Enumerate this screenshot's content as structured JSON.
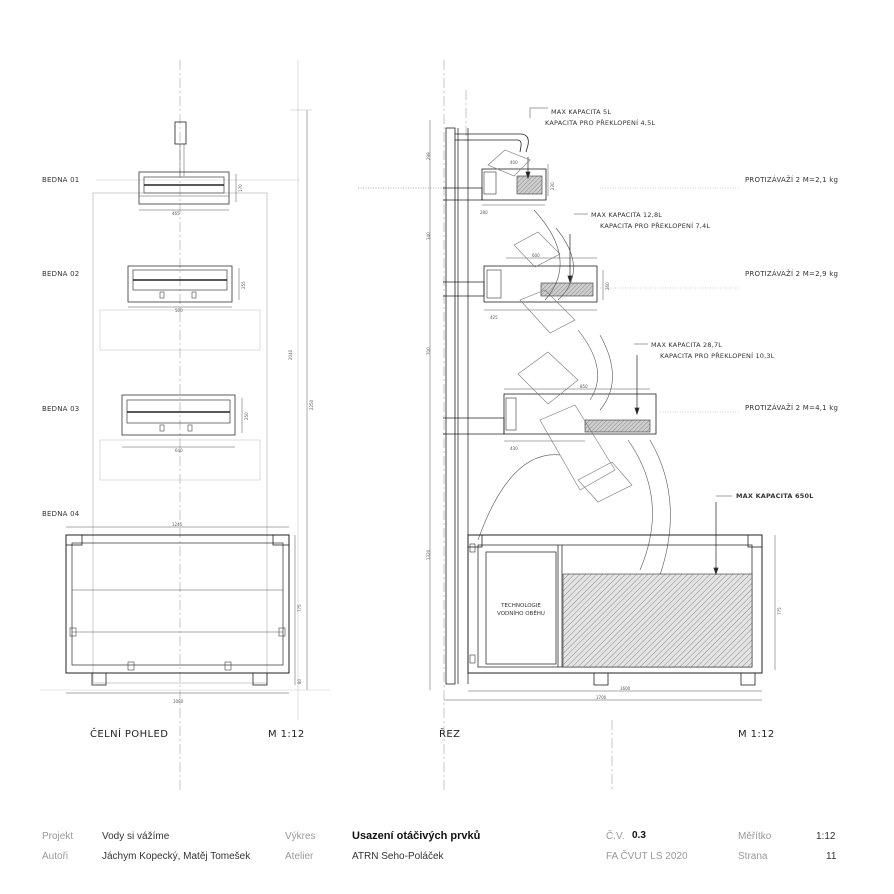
{
  "labels": {
    "bedna_01": "BEDNA 01",
    "bedna_02": "BEDNA 02",
    "bedna_03": "BEDNA 03",
    "bedna_04": "BEDNA 04",
    "max_kap_1": "MAX KAPACITA 5L",
    "preklop_1": "KAPACITA PRO PŘEKLOPENÍ 4,5L",
    "max_kap_2": "MAX KAPACITA 12,8L",
    "preklop_2": "KAPACITA PRO PŘEKLOPENÍ 7,4L",
    "max_kap_3": "MAX KAPACITA 28,7L",
    "preklop_3": "KAPACITA PRO PŘEKLOPENÍ 10,3L",
    "max_kap_4": "MAX KAPACITA 650L",
    "proti_1": "PROTIZÁVAŽÍ 2 M=2,1 kg",
    "proti_2": "PROTIZÁVAŽÍ 2 M=2,9 kg",
    "proti_3": "PROTIZÁVAŽÍ 2 M=4,1 kg",
    "tech_1": "TECHNOLOGIE",
    "tech_2": "VODNÍHO OBĚHU"
  },
  "dims": {
    "d465": "465",
    "d170": "170",
    "d500": "500",
    "d255": "255",
    "d640": "640",
    "d250": "250",
    "d1245": "1245",
    "d775": "775",
    "d80": "80",
    "d1080": "1080",
    "d2040": "2040",
    "d2250": "2250",
    "d400": "400",
    "d280": "280",
    "d600": "600",
    "d425": "425",
    "d850": "850",
    "d430": "430",
    "d1600": "1600",
    "d1700": "1700",
    "d340": "340",
    "d700": "700",
    "d1320": "1320",
    "d299": "299",
    "d260": "260",
    "d230": "230"
  },
  "views": {
    "front": "ČELNÍ POHLED",
    "front_scale": "M 1:12",
    "section": "ŘEZ",
    "section_scale": "M 1:12"
  },
  "title_block": {
    "projekt_key": "Projekt",
    "projekt_val": "Vody si vážíme",
    "autori_key": "Autoři",
    "autori_val": "Jáchym Kopecký, Matěj Tomešek",
    "vykres_key": "Výkres",
    "vykres_val": "Usazení otáčivých prvků",
    "atelier_key": "Atelier",
    "atelier_val": "ATRN Seho-Poláček",
    "cv_key": "Č.V.",
    "cv_val": "0.3",
    "fa_val": "FA ČVUT LS 2020",
    "meritko_key": "Měřítko",
    "meritko_val": "1:12",
    "strana_key": "Strana",
    "strana_val": "11"
  },
  "colors": {
    "line": "#333333",
    "thin": "#777777",
    "hatch": "#9a9a9a",
    "muted_text": "#999999"
  }
}
